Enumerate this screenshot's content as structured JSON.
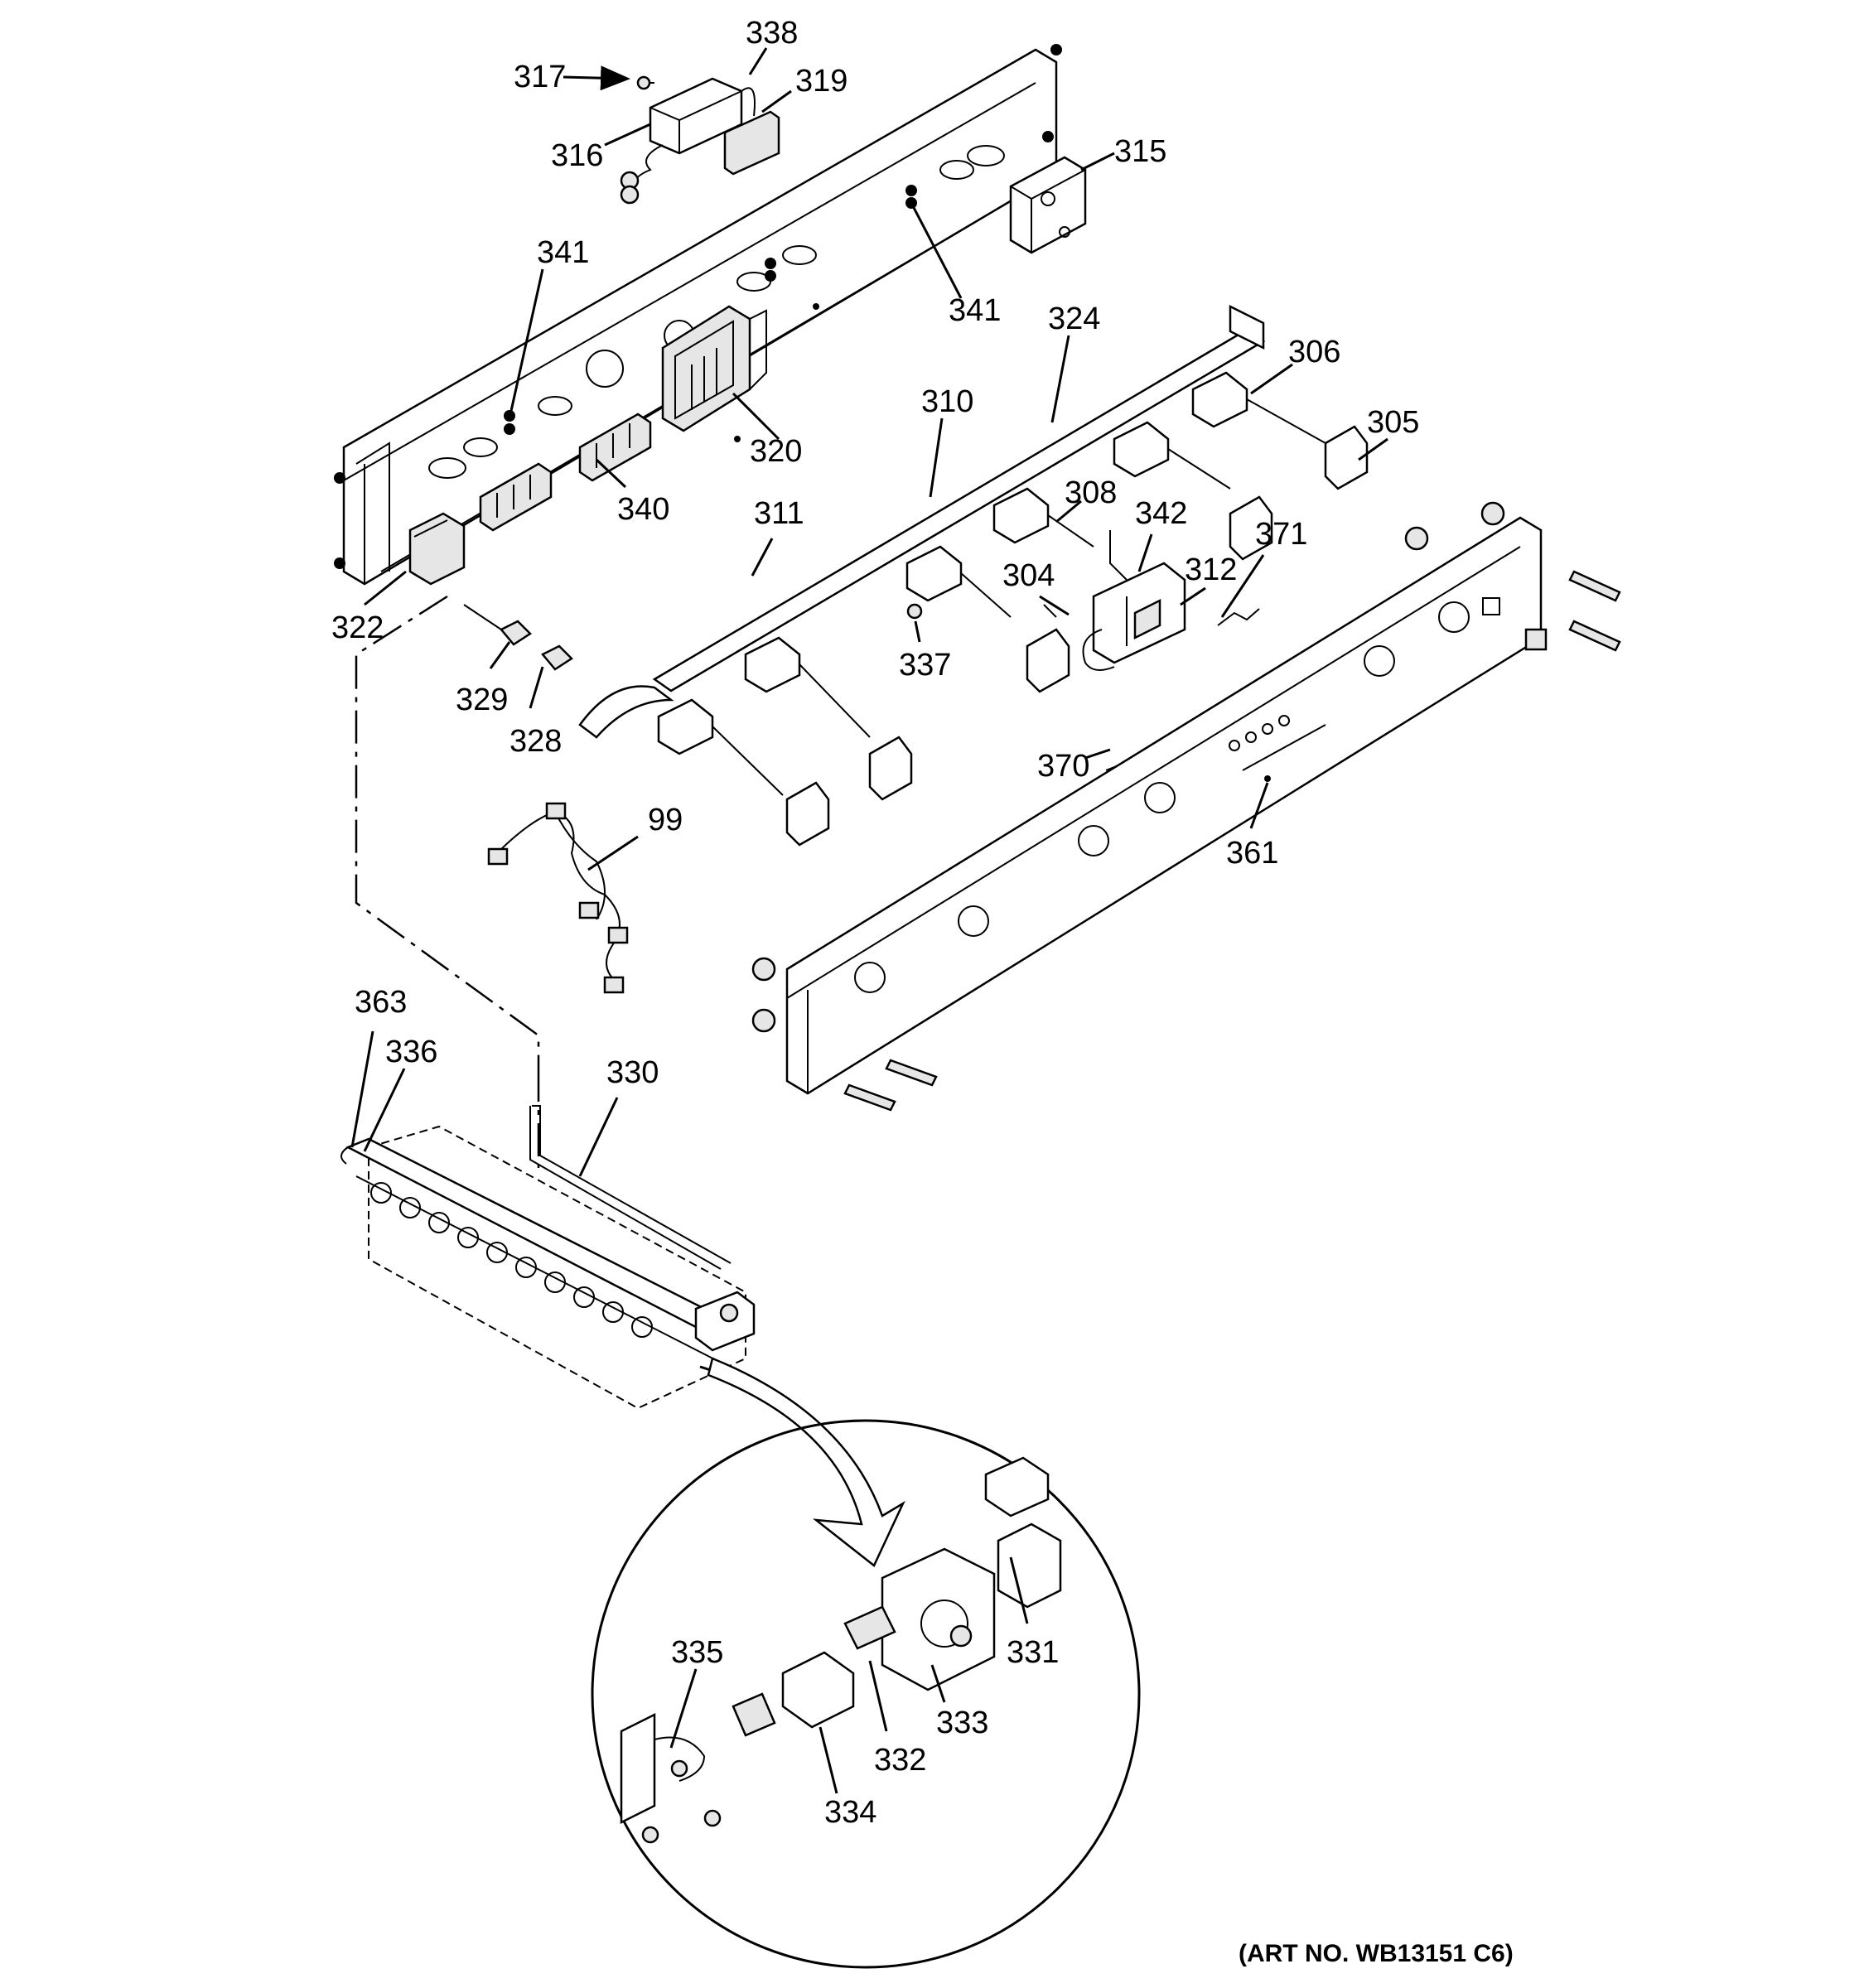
{
  "diagram": {
    "art_number": "(ART NO. WB13151 C6)",
    "callouts": {
      "c317": "317",
      "c338": "338",
      "c319": "319",
      "c316": "316",
      "c315": "315",
      "c341a": "341",
      "c341b": "341",
      "c324": "324",
      "c306": "306",
      "c305": "305",
      "c320": "320",
      "c310": "310",
      "c308": "308",
      "c342": "342",
      "c371": "371",
      "c340": "340",
      "c311": "311",
      "c304": "304",
      "c312": "312",
      "c322": "322",
      "c337": "337",
      "c329": "329",
      "c328": "328",
      "c370": "370",
      "c99": "99",
      "c361": "361",
      "c363": "363",
      "c336": "336",
      "c330": "330",
      "c335": "335",
      "c331": "331",
      "c333": "333",
      "c332": "332",
      "c334": "334"
    }
  }
}
